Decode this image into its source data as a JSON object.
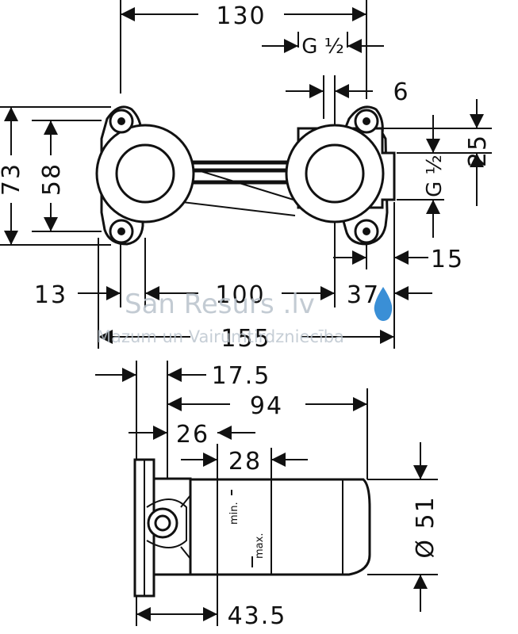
{
  "top_view": {
    "dim_130": "130",
    "dim_g_half_top": "G ½",
    "dim_6": "6",
    "dim_73": "73",
    "dim_58": "58",
    "dim_25": "25",
    "dim_g_half_right": "G ½",
    "dim_13": "13",
    "dim_100": "100",
    "dim_37": "37",
    "dim_15": "15",
    "dim_155": "155"
  },
  "side_view": {
    "dim_17_5": "17.5",
    "dim_94": "94",
    "dim_26": "26",
    "dim_28": "28",
    "dim_51": "Ø 51",
    "dim_43_5": "43.5",
    "label_min": "min.",
    "label_max": "max."
  },
  "watermark": {
    "title": "San Resurs .lv",
    "subtitle": "Mazum un Vairumtirdzniecība",
    "drop_color": "#3a8fd6"
  }
}
